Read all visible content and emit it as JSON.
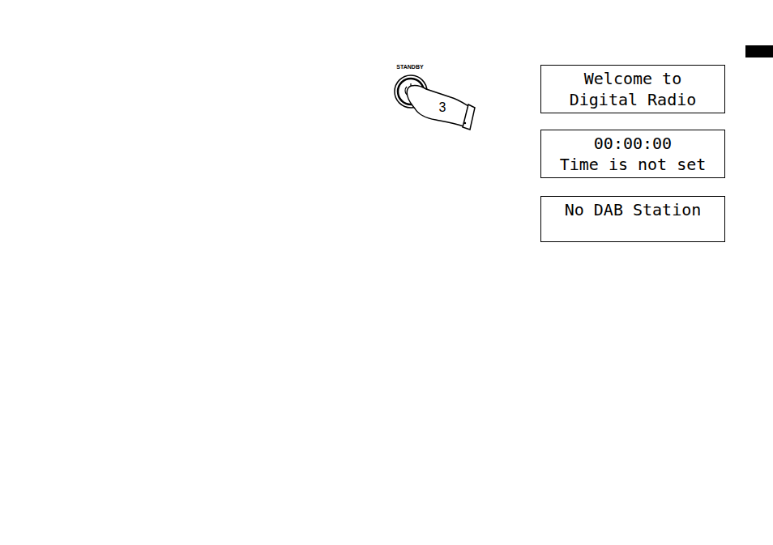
{
  "diagram": {
    "nodes": [
      {
        "text": [
          "Welcome to",
          "Digital Radio"
        ]
      },
      {
        "text": [
          "00:00:00",
          "Time is not set"
        ]
      },
      {
        "text": [
          "No DAB Station"
        ]
      }
    ],
    "labels": [
      "STANDBY",
      "3"
    ]
  }
}
